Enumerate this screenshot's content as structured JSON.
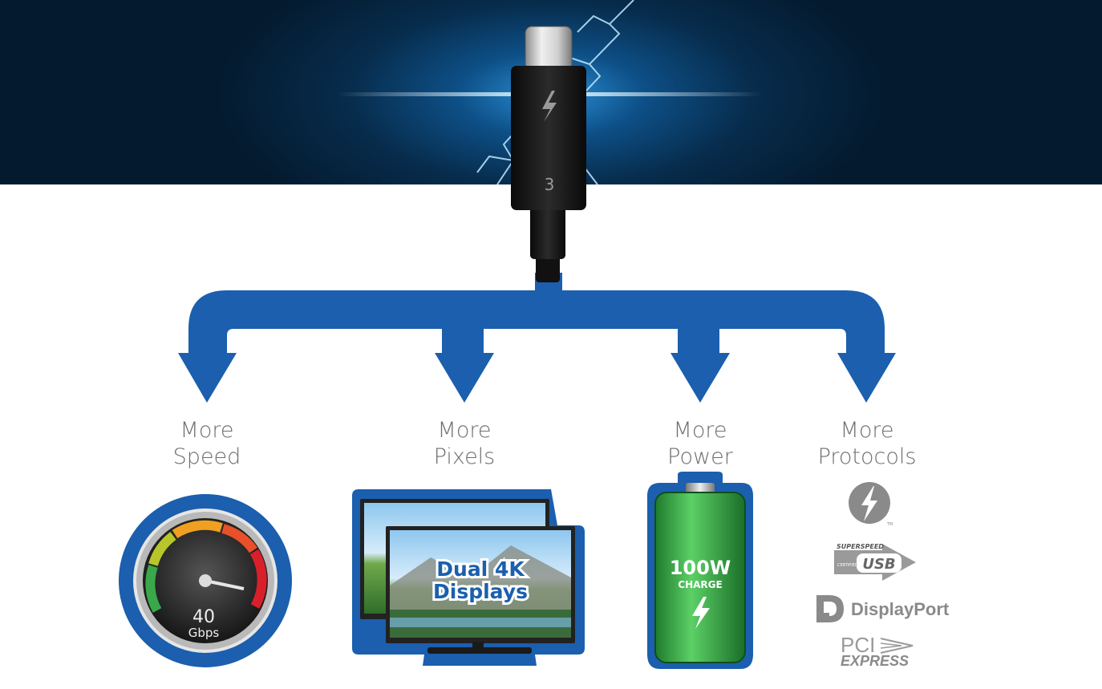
{
  "connector": {
    "number": "3",
    "symbol": "thunderbolt-bolt"
  },
  "branches": [
    {
      "line1": "More",
      "line2": "Speed"
    },
    {
      "line1": "More",
      "line2": "Pixels"
    },
    {
      "line1": "More",
      "line2": "Power"
    },
    {
      "line1": "More",
      "line2": "Protocols"
    }
  ],
  "speedometer": {
    "value": "40",
    "unit": "Gbps"
  },
  "displays": {
    "line1": "Dual 4K",
    "line2": "Displays"
  },
  "battery": {
    "watts": "100W",
    "label": "CHARGE"
  },
  "protocols": {
    "thunderbolt": {
      "tm": "TM"
    },
    "usb": {
      "top": "SUPERSPEED",
      "small": "CERTIFIED",
      "main": "USB"
    },
    "displayport": {
      "name": "DisplayPort"
    },
    "pcie": {
      "top": "PCI",
      "bottom": "EXPRESS"
    }
  },
  "colors": {
    "arrow": "#1b5fae",
    "label_text": "#6e6e6e",
    "battery_green": "#3cb54a",
    "hero_blue": "#0d4f86"
  }
}
